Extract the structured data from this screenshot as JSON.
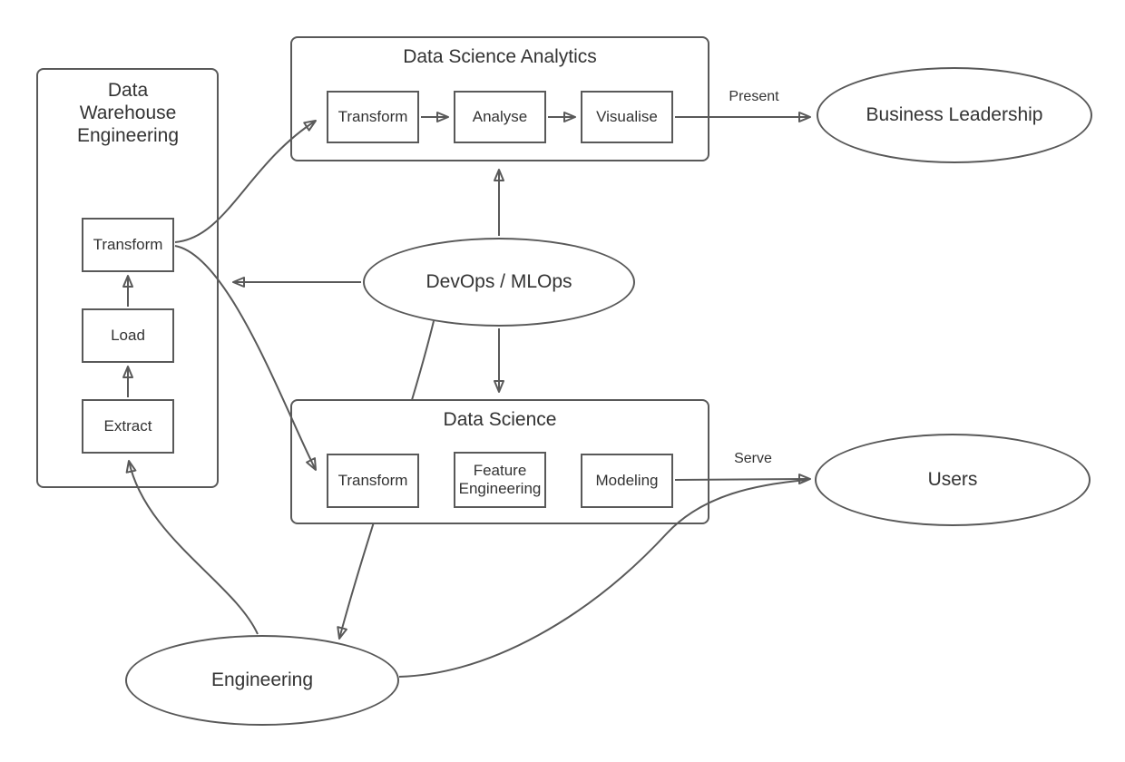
{
  "diagram": {
    "containers": {
      "dwe": {
        "title": "Data Warehouse Engineering",
        "boxes": {
          "transform": "Transform",
          "load": "Load",
          "extract": "Extract"
        }
      },
      "dsa": {
        "title": "Data Science Analytics",
        "boxes": {
          "transform": "Transform",
          "analyse": "Analyse",
          "visualise": "Visualise"
        }
      },
      "ds": {
        "title": "Data Science",
        "boxes": {
          "transform": "Transform",
          "feature_engineering": "Feature Engineering",
          "modeling": "Modeling"
        }
      }
    },
    "ellipses": {
      "business_leadership": "Business Leadership",
      "devops": "DevOps / MLOps",
      "users": "Users",
      "engineering": "Engineering"
    },
    "edge_labels": {
      "present": "Present",
      "serve": "Serve"
    },
    "colors": {
      "stroke": "#595959",
      "text": "#333333",
      "background": "#ffffff"
    }
  }
}
